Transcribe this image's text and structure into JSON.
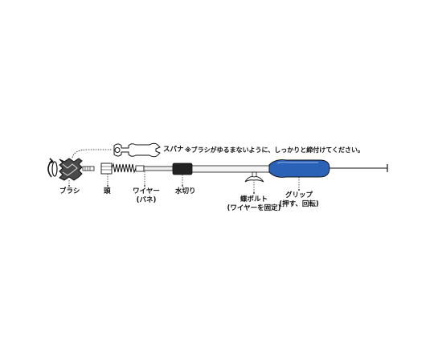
{
  "labels": {
    "brush": "ブラシ",
    "head": "頭",
    "wire_line1": "ワイヤー",
    "wire_line2": "(バネ)",
    "water_cutter": "水切り",
    "butterfly_bolt_line1": "蝶ボルト",
    "butterfly_bolt_line2": "(ワイヤーを固定)",
    "grip_line1": "グリップ",
    "grip_line2": "(押す、回転)",
    "spanner": "スパナ",
    "spanner_note": "※ブラシがゆるまないように、しっかりと締付けてください。"
  },
  "colors": {
    "grip": "#2a62b8",
    "water_cutter": "#222222",
    "brush": "#555555",
    "outline": "#111111"
  },
  "icons": {
    "rotation": "rotation-arrow-icon",
    "spanner": "spanner-icon"
  }
}
